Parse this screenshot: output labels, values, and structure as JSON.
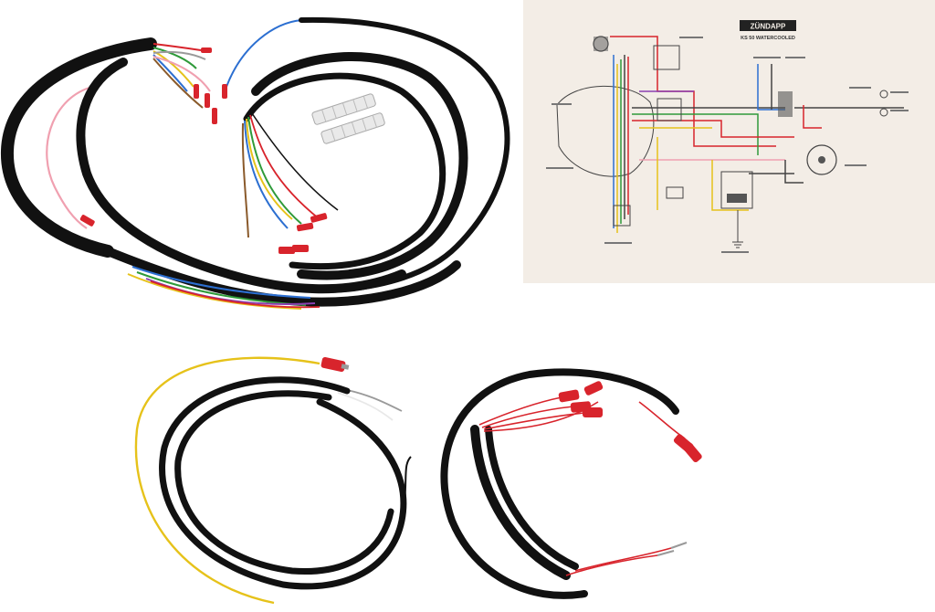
{
  "diagram": {
    "brand_label": "ZÜNDAPP",
    "model_label": "KS 50 WATERCOOLED"
  },
  "colors": {
    "background": "#ffffff",
    "cable_sheath": "#111111",
    "paper": "#f3ede6",
    "terminal_red": "#d8242c",
    "wire_yellow": "#e6c21a",
    "wire_blue": "#2c6fd1",
    "wire_green": "#2f9a3a",
    "wire_brown": "#8a5a2b",
    "wire_pink": "#f0a0b0",
    "wire_grey": "#9a9a9a",
    "wire_white": "#e8e8e8",
    "connector_block": "#e9e9e9"
  },
  "items": [
    {
      "id": "main-harness",
      "icon": "wiring-harness"
    },
    {
      "id": "wiring-diagram",
      "icon": "schematic-sheet"
    },
    {
      "id": "terminal-blocks",
      "icon": "connector-strip"
    },
    {
      "id": "small-harness",
      "icon": "wiring-harness"
    },
    {
      "id": "red-terminal-harness",
      "icon": "wiring-harness"
    }
  ]
}
